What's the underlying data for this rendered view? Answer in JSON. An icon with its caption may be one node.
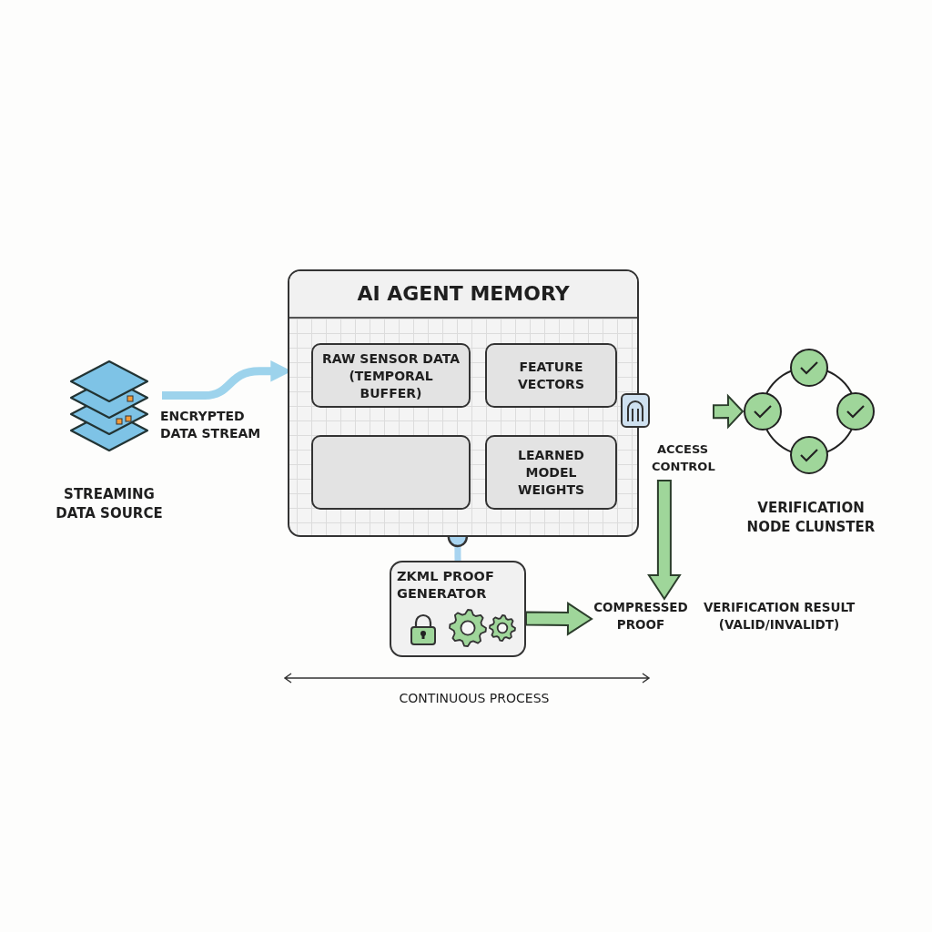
{
  "diagram": {
    "nodes": [
      {
        "text": [
          "STREAMING DATA SOURCE"
        ]
      },
      {
        "text": [
          "AI AGENT MEMORY"
        ]
      },
      {
        "text": [
          "RAW SENSOR DATA (TEMPORAL BUFFER)"
        ],
        "in": 1
      },
      {
        "text": [
          "FEATURE VECTORS"
        ],
        "in": 1
      },
      {
        "text": [],
        "shape": "box",
        "in": 1
      },
      {
        "text": [
          "LEARNED MODEL WEIGHTS"
        ],
        "in": 1
      },
      {
        "text": [
          "ACCESS CONTROL"
        ]
      },
      {
        "text": [
          "VERIFICATION NODE CLUNSTER"
        ]
      },
      {
        "text": [
          "ZKML PROOF GENERATOR"
        ]
      },
      {
        "text": [
          "COMPRESSED PROOF"
        ]
      },
      {
        "text": [
          "VERIFICATION RESULT (VALID/INVALIDT)"
        ]
      }
    ],
    "edges": [
      {
        "from": 0,
        "to": 1,
        "arrow": "to",
        "label": "ENCRYPTED DATA STREAM",
        "color": "#9dd3ec"
      },
      {
        "from": 6,
        "to": 7,
        "arrow": "to"
      },
      {
        "from": 6,
        "to": 9,
        "arrow": "to"
      },
      {
        "from": 1,
        "to": 8,
        "arrow": "other",
        "color": "#a8d4f0"
      },
      {
        "from": 8,
        "to": 9,
        "arrow": "to"
      }
    ],
    "labels": [
      "CONTINUOUS PROCESS"
    ]
  }
}
